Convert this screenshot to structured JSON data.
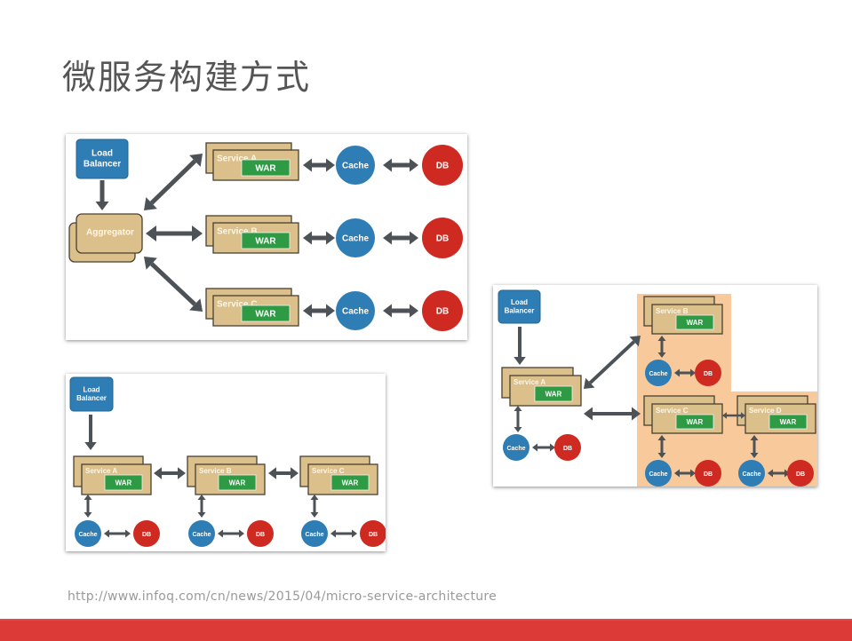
{
  "slide": {
    "title": "微服务构建方式",
    "source_link": "http://www.infoq.com/cn/news/2015/04/micro-service-architecture"
  },
  "colors": {
    "load_balancer": "#2f7db5",
    "service_box": "#dcc08c",
    "war": "#2e9a43",
    "cache": "#2f7db5",
    "db": "#cf2a22",
    "arrow": "#4d5257",
    "highlight_zone": "#f8c99b",
    "footer_bar": "#dc3a37"
  },
  "diagrams": [
    {
      "id": "aggregator-pattern",
      "load_balancer": "Load Balancer",
      "aggregator": "Aggregator",
      "services": [
        {
          "name": "Service A",
          "war": "WAR",
          "cache": "Cache",
          "db": "DB"
        },
        {
          "name": "Service B",
          "war": "WAR",
          "cache": "Cache",
          "db": "DB"
        },
        {
          "name": "Service C",
          "war": "WAR",
          "cache": "Cache",
          "db": "DB"
        }
      ]
    },
    {
      "id": "chained-pattern",
      "load_balancer": "Load Balancer",
      "services": [
        {
          "name": "Service A",
          "war": "WAR",
          "cache": "Cache",
          "db": "DB"
        },
        {
          "name": "Service B",
          "war": "WAR",
          "cache": "Cache",
          "db": "DB"
        },
        {
          "name": "Service C",
          "war": "WAR",
          "cache": "Cache",
          "db": "DB"
        }
      ]
    },
    {
      "id": "branch-pattern",
      "load_balancer": "Load Balancer",
      "services": [
        {
          "name": "Service A",
          "war": "WAR",
          "cache": "Cache",
          "db": "DB"
        },
        {
          "name": "Service B",
          "war": "WAR",
          "cache": "Cache",
          "db": "DB"
        },
        {
          "name": "Service C",
          "war": "WAR",
          "cache": "Cache",
          "db": "DB"
        },
        {
          "name": "Service D",
          "war": "WAR",
          "cache": "Cache",
          "db": "DB"
        }
      ]
    }
  ]
}
